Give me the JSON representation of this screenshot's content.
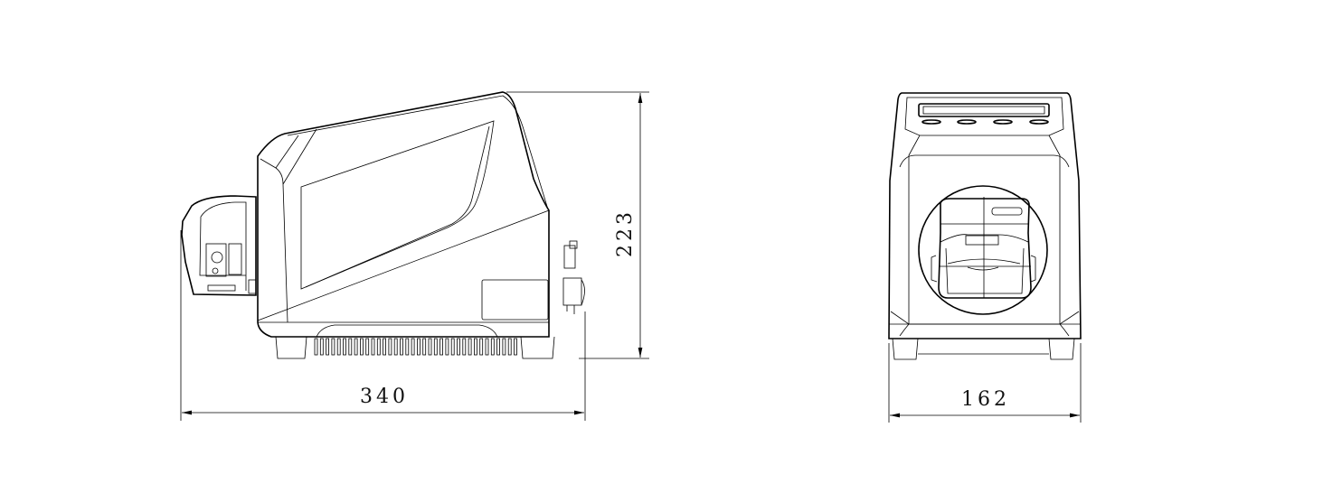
{
  "drawing": {
    "side_view": {
      "length_dimension": "340",
      "height_dimension": "223"
    },
    "front_view": {
      "width_dimension": "162"
    }
  }
}
